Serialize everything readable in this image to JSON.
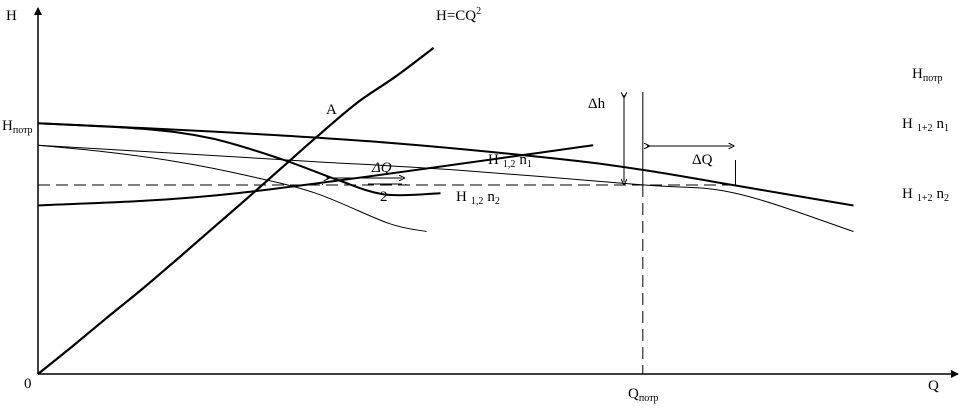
{
  "chart_data": {
    "type": "line",
    "title": "",
    "xlabel": "Q",
    "ylabel": "H",
    "origin_label": "0",
    "xlim": [
      0,
      10
    ],
    "ylim": [
      0,
      10
    ],
    "grid": false,
    "legend": "none",
    "labels": {
      "system_curve": "H=CQ",
      "system_curve_power": "2",
      "point_a": "A",
      "delta_h": "Δh",
      "delta_q": "ΔQ",
      "delta_q_half_num": "ΔQ",
      "delta_q_half_den": "2",
      "h_req_main": "H",
      "h_req_sub": "потр",
      "h_req_axis_main": "H",
      "h_req_axis_sub": "потр",
      "q_req_main": "Q",
      "q_req_sub": "потр",
      "pump_12_n1_main": "H",
      "pump_12_n1_sub": "1,2",
      "pump_12_n1_speed": "n",
      "pump_12_n1_speed_sub": "1",
      "pump_12_n2_main": "H",
      "pump_12_n2_sub": "1,2",
      "pump_12_n2_speed": "n",
      "pump_12_n2_speed_sub": "2",
      "pump_sum_n1_main": "H",
      "pump_sum_n1_sub": "1+2",
      "pump_sum_n1_speed": "n",
      "pump_sum_n1_speed_sub": "1",
      "pump_sum_n2_main": "H",
      "pump_sum_n2_sub": "1+2",
      "pump_sum_n2_speed": "n",
      "pump_sum_n2_speed_sub": "2"
    },
    "series": [
      {
        "id": "system",
        "stroke": 2.2,
        "x": [
          0,
          1,
          2,
          3,
          4,
          5,
          6,
          7,
          8,
          9.2,
          10.3,
          11.4
        ],
        "y": [
          0,
          1.02,
          2.07,
          3.1,
          4.18,
          5.28,
          6.38,
          7.5,
          8.62,
          9.9,
          10.85,
          11.9
        ]
      },
      {
        "id": "h_req",
        "stroke": 2.0,
        "x": [
          0,
          5.73,
          16
        ],
        "y": [
          6.15,
          6.6,
          8.35
        ]
      },
      {
        "id": "pump_sum_n1",
        "stroke": 2.0,
        "x": [
          0,
          5,
          10,
          15,
          17.43,
          20,
          23.5
        ],
        "y": [
          9.15,
          8.85,
          8.45,
          7.85,
          7.45,
          6.9,
          6.15
        ]
      },
      {
        "id": "pump_12_n1",
        "stroke": 2.0,
        "x": [
          0,
          3,
          5,
          7,
          8.6,
          10,
          11.6
        ],
        "y": [
          9.15,
          8.95,
          8.6,
          7.85,
          7.1,
          6.55,
          6.6
        ]
      },
      {
        "id": "pump_sum_n2",
        "stroke": 1.0,
        "x": [
          0,
          4,
          8,
          12,
          17.43,
          20.1,
          23.5
        ],
        "y": [
          8.35,
          8.05,
          7.75,
          7.45,
          6.9,
          6.6,
          5.2
        ]
      },
      {
        "id": "pump_12_n2",
        "stroke": 1.0,
        "x": [
          0,
          2,
          4,
          6,
          8,
          10.1,
          11.2
        ],
        "y": [
          8.35,
          8.1,
          7.75,
          7.25,
          6.6,
          5.5,
          5.2
        ]
      }
    ],
    "reference_lines": {
      "h_req_level": 6.9,
      "q_req": 17.43,
      "point_a": [
        8.2,
        6.9
      ],
      "delta_q_left": [
        8.2,
        10.6
      ],
      "delta_q_right": [
        17.43,
        20.1
      ]
    }
  }
}
